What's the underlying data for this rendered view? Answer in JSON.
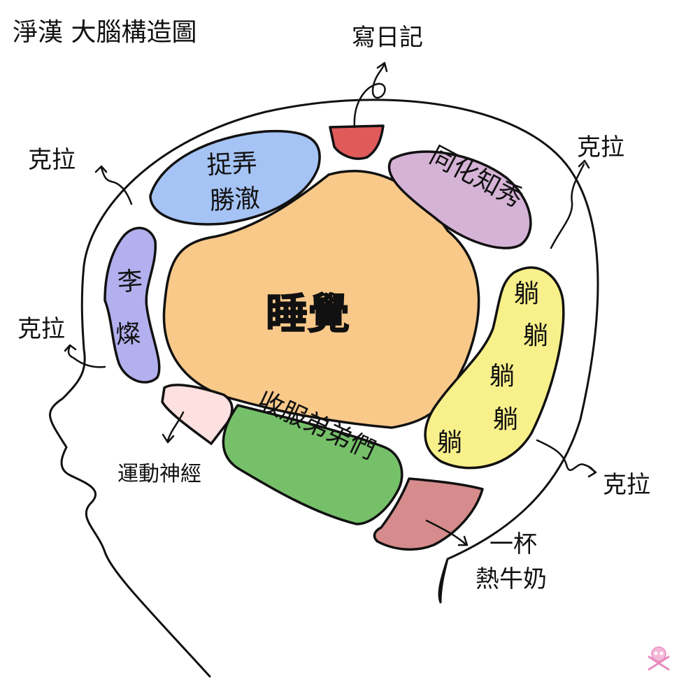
{
  "title": "淨漢 大腦構造圖",
  "regions": {
    "sleep": {
      "label": "睡覺",
      "color": "#f9c98a"
    },
    "diary": {
      "label": "寫日記",
      "color": "#e05a5a"
    },
    "top_left": {
      "label_line1": "捉弄",
      "label_line2": "勝澈",
      "color": "#a5c3f4"
    },
    "top_right": {
      "label": "同化知秀",
      "color": "#d5b3d6"
    },
    "left": {
      "label": "李燦",
      "color": "#b3b0ef"
    },
    "right": {
      "label_top": "躺",
      "label_mid": "躺",
      "label_center": "躺",
      "label_lower": "躺",
      "label_bottom": "躺",
      "color": "#f8f08a"
    },
    "motor": {
      "label": "運動神經",
      "color": "#fde0e0"
    },
    "bottom": {
      "label": "收服弟弟們",
      "color": "#76c06a"
    },
    "milk": {
      "label_line1": "一杯",
      "label_line2": "熱牛奶",
      "color": "#d68c8c"
    }
  },
  "side_labels": {
    "upper_left": "克拉",
    "lower_left": "克拉",
    "upper_right": "克拉",
    "lower_right": "克拉"
  },
  "watermark_icon": "skull-crossbones-icon"
}
